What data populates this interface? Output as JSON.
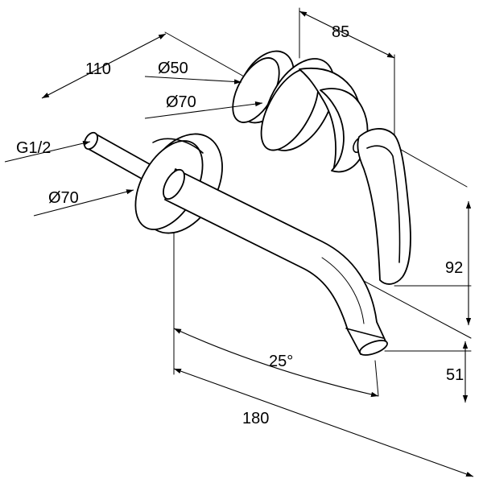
{
  "labels": {
    "dim_85": "85",
    "dim_110": "110",
    "dia_50": "Ø50",
    "dia_70_upper": "Ø70",
    "thread": "G1/2",
    "dia_70_lower": "Ø70",
    "dim_92": "92",
    "dim_51": "51",
    "angle": "25°",
    "dim_180": "180"
  },
  "colors": {
    "stroke": "#000000",
    "background": "#ffffff"
  }
}
